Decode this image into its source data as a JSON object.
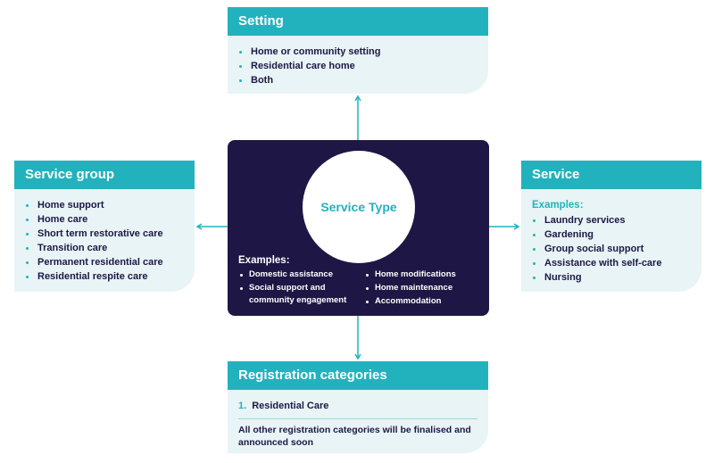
{
  "setting": {
    "title": "Setting",
    "items": [
      "Home or community setting",
      "Residential care home",
      "Both"
    ]
  },
  "service_group": {
    "title": "Service group",
    "items": [
      "Home support",
      "Home care",
      "Short term restorative care",
      "Transition care",
      "Permanent residential care",
      "Residential respite care"
    ]
  },
  "service": {
    "title": "Service",
    "examples_label": "Examples:",
    "items": [
      "Laundry services",
      "Gardening",
      "Group social support",
      "Assistance with self-care",
      "Nursing"
    ]
  },
  "center": {
    "title": "Service Type",
    "examples_label": "Examples:",
    "left_items": [
      "Domestic assistance",
      "Social support and community engagement"
    ],
    "right_items": [
      "Home modifications",
      "Home maintenance",
      "Accommodation"
    ]
  },
  "registration": {
    "title": "Registration categories",
    "item_number": "1.",
    "item_label": "Residential Care",
    "note": "All other registration categories will be finalised and announced soon"
  },
  "colors": {
    "accent": "#22b2bd",
    "card_bg": "#e8f4f5",
    "center_bg": "#1e1745",
    "text_dark": "#1d1846"
  }
}
